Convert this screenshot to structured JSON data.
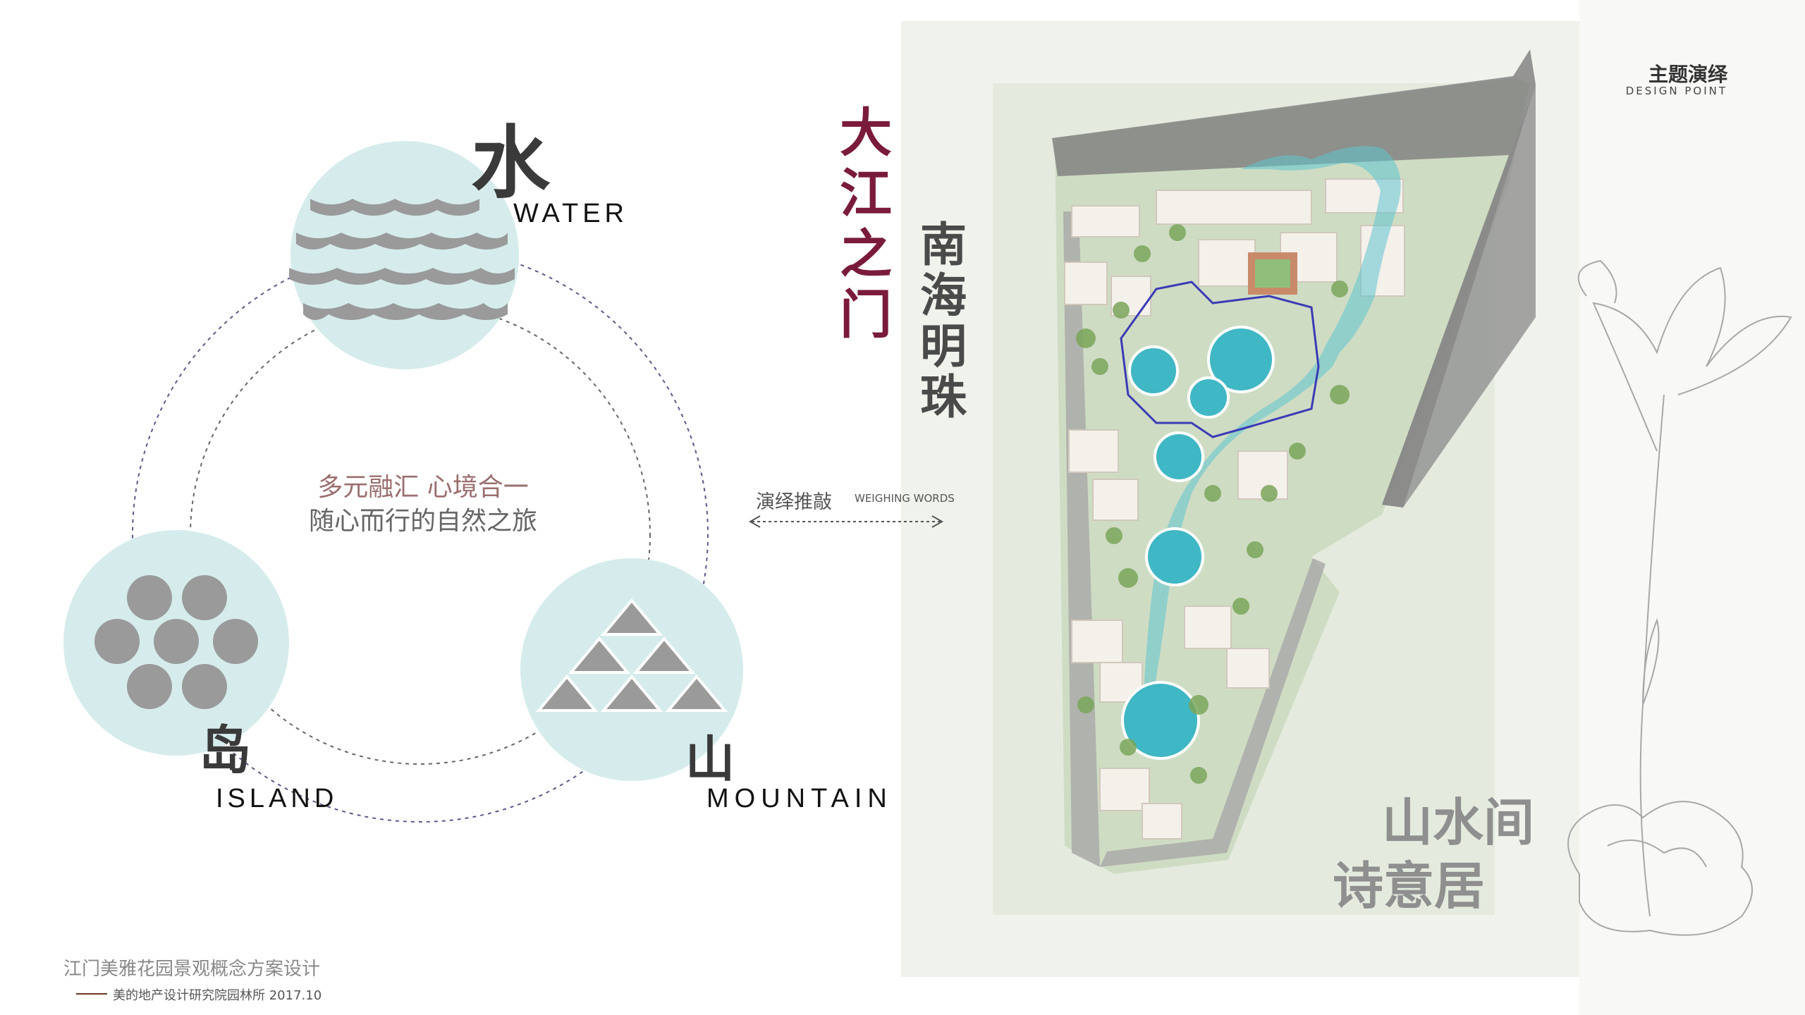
{
  "elements": {
    "water": {
      "cn": "水",
      "en": "WATER"
    },
    "island": {
      "cn": "岛",
      "en": "ISLAND"
    },
    "mountain": {
      "cn": "山",
      "en": "MOUNTAIN"
    }
  },
  "center": {
    "line1": "多元融汇 心境合一",
    "line2": "随心而行的自然之旅"
  },
  "middle": {
    "cn": "演绎推敲",
    "en": "WEIGHING WORDS"
  },
  "vertical": {
    "red": [
      "大",
      "江",
      "之",
      "门"
    ],
    "gray": [
      "南",
      "海",
      "明",
      "珠"
    ]
  },
  "theme": {
    "cn": "主题演绎",
    "en": "DESIGN POINT"
  },
  "slogan": {
    "line1": "山水间",
    "line2": "诗意居"
  },
  "footer": {
    "title": "江门美雅花园景观概念方案设计",
    "subtitle": "美的地产设计研究院园林所 2017.10"
  },
  "colors": {
    "circle_fill": "#d6ecec",
    "shape_gray": "#9a9a9a",
    "accent_red": "#7a1b3c",
    "water_blue": "#3fb7c4",
    "plan_green": "#cfdcc4"
  }
}
